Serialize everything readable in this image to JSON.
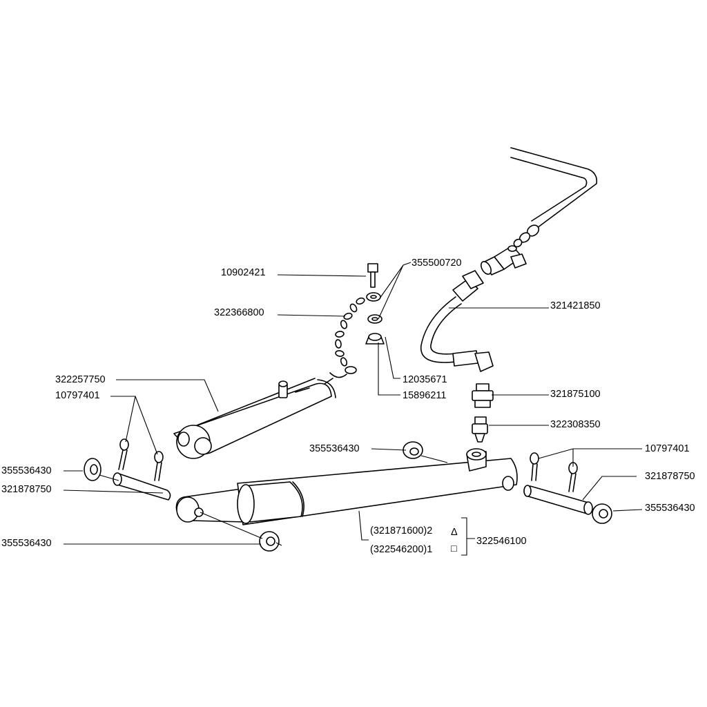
{
  "parts": {
    "bolt": "10902421",
    "washer_top": "355500720",
    "chain": "322366800",
    "hose": "321421850",
    "nut_a": "12035671",
    "nut_b": "15896211",
    "cover": "322257750",
    "split_pin_left": "10797401",
    "adapter": "321875100",
    "fitting": "322308350",
    "washer_mid": "355536430",
    "split_pin_right": "10797401",
    "washer_left_top": "355536430",
    "pin_left": "321878750",
    "pin_right": "321878750",
    "washer_right": "355536430",
    "washer_left_bottom": "355536430",
    "cylinder_variant_1": "(321871600)2",
    "cylinder_variant_2": "(322546200)1",
    "cylinder_assembly": "322546100"
  },
  "symbols": {
    "triangle": "Δ",
    "square": "□"
  }
}
